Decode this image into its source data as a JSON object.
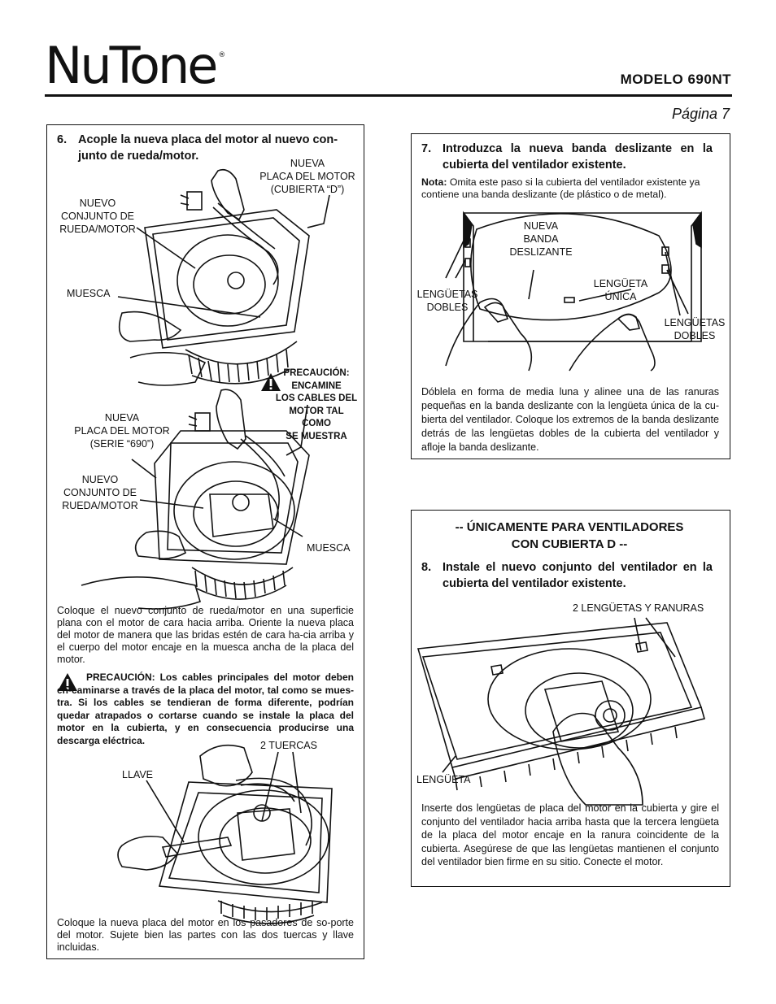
{
  "header": {
    "brand": "NuTone",
    "brand_mark": "®",
    "model": "MODELO 690NT",
    "page": "Página 7"
  },
  "step6": {
    "number": "6.",
    "title": "Acople la nueva placa del motor al nuevo con-junto de rueda/motor.",
    "labels": {
      "nueva_placa_d": "NUEVA\nPLACA DEL MOTOR\n(CUBIERTA “D”)",
      "nuevo_conjunto_1": "NUEVO\nCONJUNTO DE\nRUEDA/MOTOR",
      "muesca_1": "MUESCA",
      "precaucion": "PRECAUCIÓN:\nENCAMINE\nLOS CABLES DEL\nMOTOR TAL COMO\nSE MUESTRA",
      "nueva_placa_690": "NUEVA\nPLACA DEL MOTOR\n(SERIE “690”)",
      "nuevo_conjunto_2": "NUEVO\nCONJUNTO DE\nRUEDA/MOTOR",
      "muesca_2": "MUESCA",
      "llave": "LLAVE",
      "tuercas": "2 TUERCAS"
    },
    "para1": "Coloque el nuevo conjunto de rueda/motor en una superficie plana con el motor de cara hacia arriba. Oriente la nueva placa del motor de manera que las bridas estén de cara ha-cia arriba y el cuerpo del motor encaje en la muesca ancha de la placa del motor.",
    "warning": "PRECAUCIÓN: Los cables principales del motor deben en-caminarse a través de la placa del motor, tal como se mues-tra. Si los cables se tendieran de forma diferente, podrían quedar atrapados o cortarse cuando se instale la placa del motor en la cubierta, y en consecuencia producirse una descarga eléctrica.",
    "para2": "Coloque la nueva placa del motor en los pasadores de so-porte del motor. Sujete bien las partes con las dos tuercas y llave incluidas."
  },
  "step7": {
    "number": "7.",
    "title": "Introduzca la nueva banda deslizante en la cubierta del ventilador existente.",
    "note_label": "Nota:",
    "note": "Omita este paso si la cubierta del ventilador existente ya contiene una banda deslizante (de plástico o de metal).",
    "labels": {
      "nueva_banda": "NUEVA\nBANDA\nDESLIZANTE",
      "lengueta_unica": "LENGÜETA\nÚNICA",
      "dobles_left": "LENGÜETAS\nDOBLES",
      "dobles_right": "LENGÜETAS\nDOBLES"
    },
    "para": "Dóblela en forma de media luna y alinee una de las ranuras pequeñas en la banda deslizante con la lengüeta única de la cu-bierta del ventilador. Coloque los extremos de la banda deslizante detrás de las lengüetas dobles de la cubierta del ventilador y afloje la banda deslizante."
  },
  "step8": {
    "heading_line1": "-- ÚNICAMENTE PARA VENTILADORES",
    "heading_line2": "CON CUBIERTA D --",
    "number": "8.",
    "title": "Instale el nuevo conjunto del ventilador en la cubierta del ventilador existente.",
    "labels": {
      "lenguetas_ranuras": "2 LENGÜETAS Y RANURAS",
      "lengueta": "LENGÜETA"
    },
    "para": "Inserte dos lengüetas de placa del motor en la cubierta y gire el conjunto del ventilador hacia arriba hasta que la tercera lengüeta de la placa del motor encaje en la ranura coincidente de la cubierta. Asegúrese de que las lengüetas mantienen el conjunto del ventilador bien firme en su sitio. Conecte el motor."
  }
}
